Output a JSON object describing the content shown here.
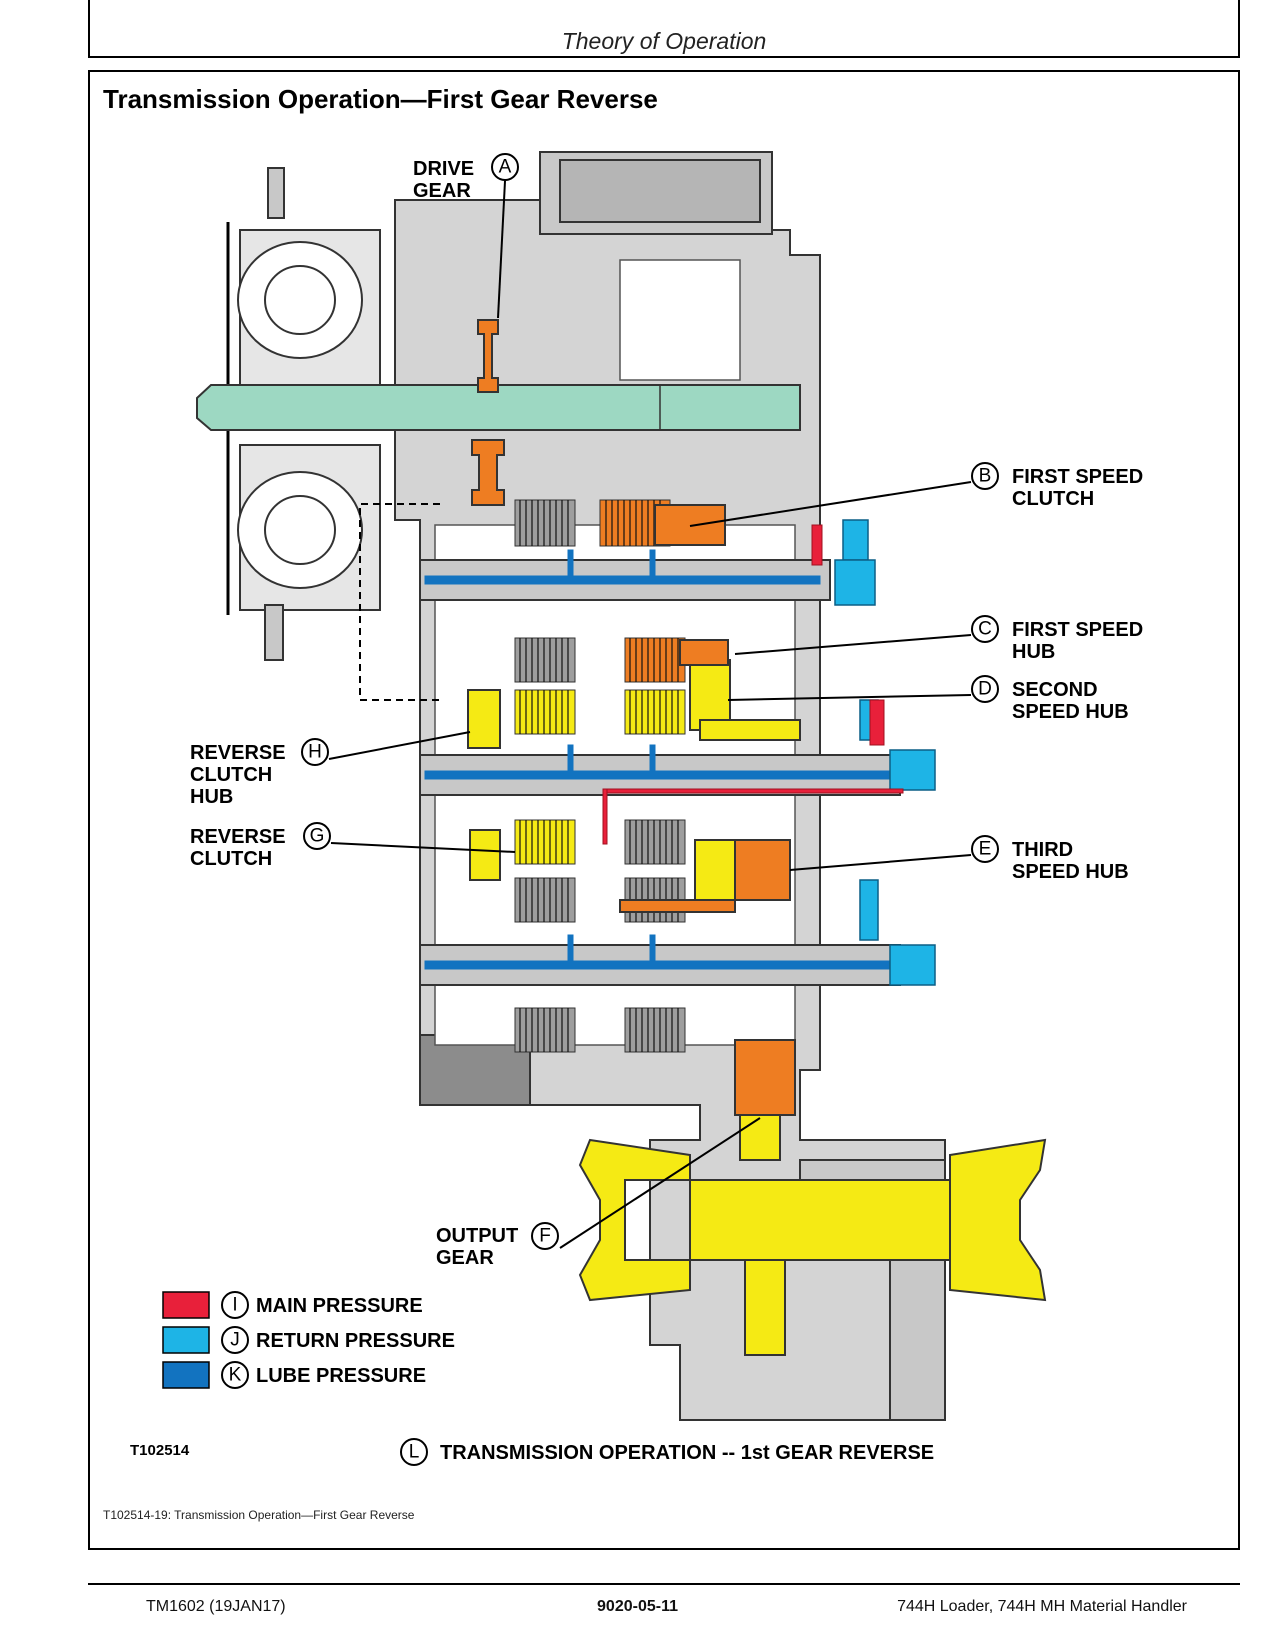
{
  "header": {
    "section_title": "Theory of Operation"
  },
  "figure": {
    "title": "Transmission Operation—First Gear Reverse",
    "image_id": "T102514",
    "caption": "T102514-19: Transmission Operation—First Gear Reverse",
    "callouts": {
      "A": {
        "letter": "A",
        "line1": "DRIVE",
        "line2": "GEAR"
      },
      "B": {
        "letter": "B",
        "line1": "FIRST SPEED",
        "line2": "CLUTCH"
      },
      "C": {
        "letter": "C",
        "line1": "FIRST SPEED",
        "line2": "HUB"
      },
      "D": {
        "letter": "D",
        "line1": "SECOND",
        "line2": "SPEED HUB"
      },
      "E": {
        "letter": "E",
        "line1": "THIRD",
        "line2": "SPEED HUB"
      },
      "F": {
        "letter": "F",
        "line1": "OUTPUT",
        "line2": "GEAR"
      },
      "G": {
        "letter": "G",
        "line1": "REVERSE",
        "line2": "CLUTCH"
      },
      "H": {
        "letter": "H",
        "line1": "REVERSE",
        "line2": "CLUTCH",
        "line3": "HUB"
      }
    },
    "legend": [
      {
        "letter": "I",
        "label": "MAIN PRESSURE",
        "color": "#e8203a"
      },
      {
        "letter": "J",
        "label": "RETURN PRESSURE",
        "color": "#1eb4e6"
      },
      {
        "letter": "K",
        "label": "LUBE PRESSURE",
        "color": "#1273c0"
      }
    ],
    "bottom_label": {
      "letter": "L",
      "text": "TRANSMISSION OPERATION -- 1st GEAR REVERSE"
    },
    "colors": {
      "housing": "#c8c8c8",
      "shaft_input": "#9dd8c2",
      "drive_gear": "#ee7d22",
      "reverse_path": "#f5ea14",
      "main_pressure": "#e8203a",
      "return_pressure": "#1eb4e6",
      "lube_pressure": "#1273c0"
    }
  },
  "footer": {
    "left": "TM1602 (19JAN17)",
    "center": "9020-05-11",
    "right": "744H Loader, 744H MH Material Handler"
  }
}
